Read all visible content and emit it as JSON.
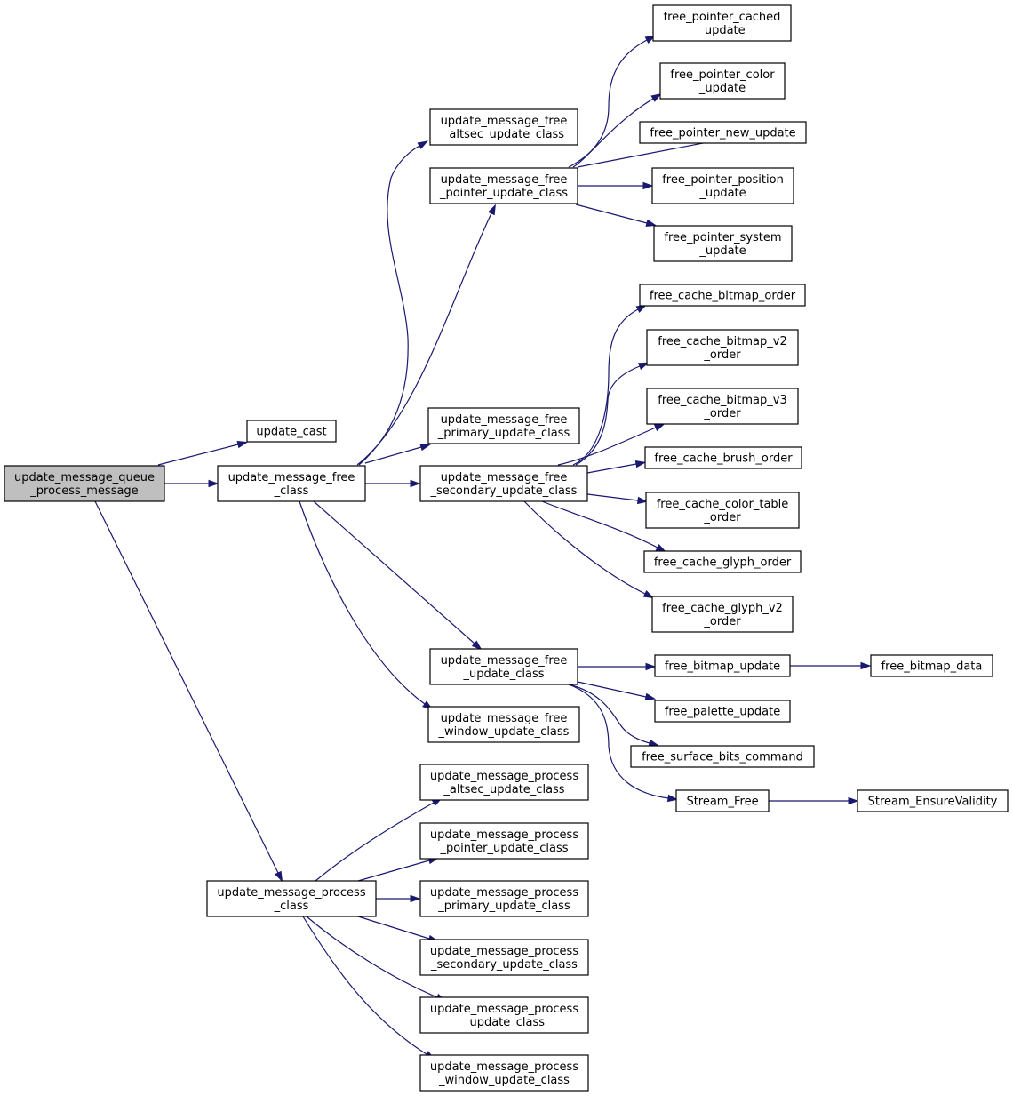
{
  "diagram": {
    "colors": {
      "edge": "#191970",
      "node_border": "#000000",
      "root_fill": "#bfbfbf",
      "node_fill": "#ffffff"
    },
    "nodes": {
      "root": {
        "lines": [
          "update_message_queue",
          "_process_message"
        ]
      },
      "update_cast": {
        "lines": [
          "update_cast"
        ]
      },
      "free_class": {
        "lines": [
          "update_message_free",
          "_class"
        ]
      },
      "process_class": {
        "lines": [
          "update_message_process",
          "_class"
        ]
      },
      "free_altsec": {
        "lines": [
          "update_message_free",
          "_altsec_update_class"
        ]
      },
      "free_pointer": {
        "lines": [
          "update_message_free",
          "_pointer_update_class"
        ]
      },
      "free_primary": {
        "lines": [
          "update_message_free",
          "_primary_update_class"
        ]
      },
      "free_secondary": {
        "lines": [
          "update_message_free",
          "_secondary_update_class"
        ]
      },
      "free_update": {
        "lines": [
          "update_message_free",
          "_update_class"
        ]
      },
      "free_window": {
        "lines": [
          "update_message_free",
          "_window_update_class"
        ]
      },
      "proc_altsec": {
        "lines": [
          "update_message_process",
          "_altsec_update_class"
        ]
      },
      "proc_pointer": {
        "lines": [
          "update_message_process",
          "_pointer_update_class"
        ]
      },
      "proc_primary": {
        "lines": [
          "update_message_process",
          "_primary_update_class"
        ]
      },
      "proc_secondary": {
        "lines": [
          "update_message_process",
          "_secondary_update_class"
        ]
      },
      "proc_update": {
        "lines": [
          "update_message_process",
          "_update_class"
        ]
      },
      "proc_window": {
        "lines": [
          "update_message_process",
          "_window_update_class"
        ]
      },
      "fp_cached": {
        "lines": [
          "free_pointer_cached",
          "_update"
        ]
      },
      "fp_color": {
        "lines": [
          "free_pointer_color",
          "_update"
        ]
      },
      "fp_new": {
        "lines": [
          "free_pointer_new_update"
        ]
      },
      "fp_position": {
        "lines": [
          "free_pointer_position",
          "_update"
        ]
      },
      "fp_system": {
        "lines": [
          "free_pointer_system",
          "_update"
        ]
      },
      "fc_bitmap": {
        "lines": [
          "free_cache_bitmap_order"
        ]
      },
      "fc_bitmap_v2": {
        "lines": [
          "free_cache_bitmap_v2",
          "_order"
        ]
      },
      "fc_bitmap_v3": {
        "lines": [
          "free_cache_bitmap_v3",
          "_order"
        ]
      },
      "fc_brush": {
        "lines": [
          "free_cache_brush_order"
        ]
      },
      "fc_color_table": {
        "lines": [
          "free_cache_color_table",
          "_order"
        ]
      },
      "fc_glyph": {
        "lines": [
          "free_cache_glyph_order"
        ]
      },
      "fc_glyph_v2": {
        "lines": [
          "free_cache_glyph_v2",
          "_order"
        ]
      },
      "free_bitmap_update": {
        "lines": [
          "free_bitmap_update"
        ]
      },
      "free_bitmap_data": {
        "lines": [
          "free_bitmap_data"
        ]
      },
      "free_palette_update": {
        "lines": [
          "free_palette_update"
        ]
      },
      "free_surface_bits": {
        "lines": [
          "free_surface_bits_command"
        ]
      },
      "stream_free": {
        "lines": [
          "Stream_Free"
        ]
      },
      "stream_ensure": {
        "lines": [
          "Stream_EnsureValidity"
        ]
      }
    },
    "edges": [
      [
        "root",
        "update_cast"
      ],
      [
        "root",
        "free_class"
      ],
      [
        "root",
        "process_class"
      ],
      [
        "free_class",
        "free_altsec"
      ],
      [
        "free_class",
        "free_pointer"
      ],
      [
        "free_class",
        "free_primary"
      ],
      [
        "free_class",
        "free_secondary"
      ],
      [
        "free_class",
        "free_update"
      ],
      [
        "free_class",
        "free_window"
      ],
      [
        "free_pointer",
        "fp_cached"
      ],
      [
        "free_pointer",
        "fp_color"
      ],
      [
        "free_pointer",
        "fp_new"
      ],
      [
        "free_pointer",
        "fp_position"
      ],
      [
        "free_pointer",
        "fp_system"
      ],
      [
        "free_secondary",
        "fc_bitmap"
      ],
      [
        "free_secondary",
        "fc_bitmap_v2"
      ],
      [
        "free_secondary",
        "fc_bitmap_v3"
      ],
      [
        "free_secondary",
        "fc_brush"
      ],
      [
        "free_secondary",
        "fc_color_table"
      ],
      [
        "free_secondary",
        "fc_glyph"
      ],
      [
        "free_secondary",
        "fc_glyph_v2"
      ],
      [
        "free_update",
        "free_bitmap_update"
      ],
      [
        "free_update",
        "free_palette_update"
      ],
      [
        "free_update",
        "free_surface_bits"
      ],
      [
        "free_update",
        "stream_free"
      ],
      [
        "free_bitmap_update",
        "free_bitmap_data"
      ],
      [
        "stream_free",
        "stream_ensure"
      ],
      [
        "process_class",
        "proc_altsec"
      ],
      [
        "process_class",
        "proc_pointer"
      ],
      [
        "process_class",
        "proc_primary"
      ],
      [
        "process_class",
        "proc_secondary"
      ],
      [
        "process_class",
        "proc_update"
      ],
      [
        "process_class",
        "proc_window"
      ]
    ]
  }
}
